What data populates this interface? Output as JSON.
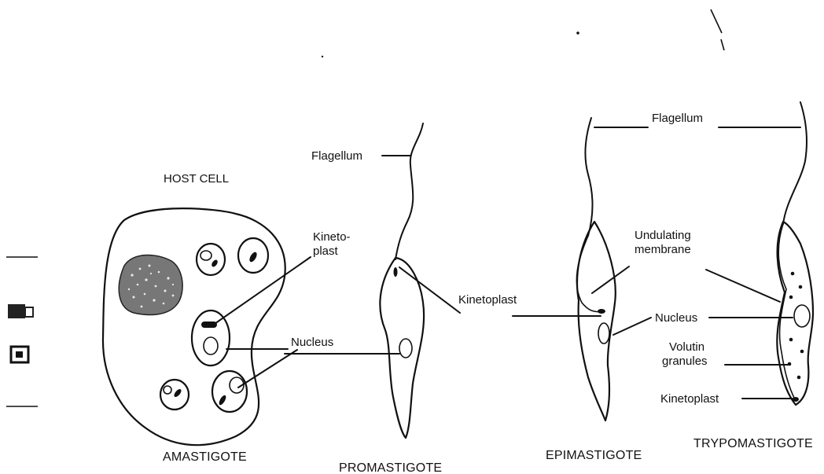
{
  "labels": {
    "host_cell": "HOST CELL",
    "amastigote_kinetoplast": "Kineto-\nplast",
    "amastigote_nucleus": "Nucleus",
    "promastigote_flagellum": "Flagellum",
    "kinetoplast_center": "Kinetoplast",
    "flagellum_right": "Flagellum",
    "undulating_membrane": "Undulating\nmembrane",
    "nucleus_right": "Nucleus",
    "volutin_granules": "Volutin\ngranules",
    "kinetoplast_right": "Kinetoplast"
  },
  "captions": {
    "amastigote": "AMASTIGOTE",
    "promastigote": "PROMASTIGOTE",
    "epimastigote": "EPIMASTIGOTE",
    "trypomastigote": "TRYPOMASTIGOTE"
  },
  "colors": {
    "ink": "#111111",
    "paper": "#ffffff"
  }
}
